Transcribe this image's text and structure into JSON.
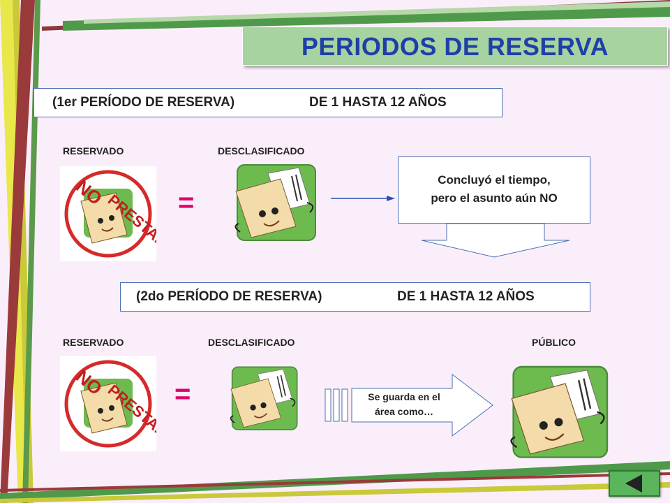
{
  "title": "PERIODOS DE RESERVA",
  "period1": {
    "name": "(1er PERÍODO DE RESERVA)",
    "range": "DE 1 HASTA 12 AÑOS"
  },
  "period2": {
    "name": "(2do PERÍODO DE RESERVA)",
    "range": "DE 1 HASTA 12 AÑOS"
  },
  "row1": {
    "reservado": "RESERVADO",
    "desclasificado": "DESCLASIFICADO",
    "equals": "=",
    "callout_line1": "Concluyó el tiempo,",
    "callout_line2": "pero el asunto aún NO"
  },
  "row2": {
    "reservado": "RESERVADO",
    "desclasificado": "DESCLASIFICADO",
    "publico": "PÚBLICO",
    "equals": "=",
    "arrow_line1": "Se guarda en el",
    "arrow_line2": "área como…"
  },
  "icons": {
    "stamp": "no-prestar-stamp-icon",
    "folder": "folder-character-icon",
    "back": "back-arrow-icon"
  },
  "stamp_text": "NO PRESTAR",
  "colors": {
    "title_bg": "#a7d3a1",
    "title_text": "#1f3fa8",
    "equals": "#e0006a",
    "stamp": "#d62a2a",
    "folder_tile": "#6dbb4f"
  }
}
